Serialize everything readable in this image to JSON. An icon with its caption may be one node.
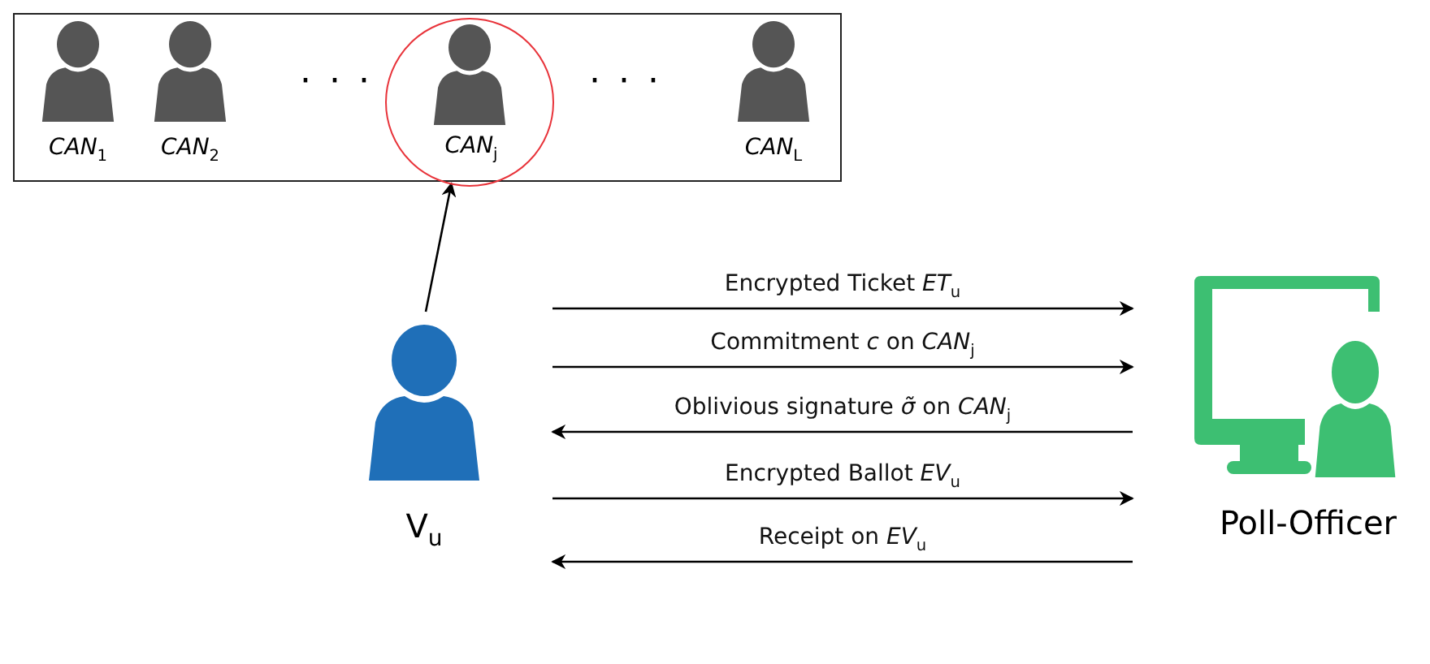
{
  "diagram": {
    "nodes": [
      {
        "text": [],
        "shape": "box"
      },
      {
        "text": [
          "*CAN*$_{1}$"
        ],
        "in": 0
      },
      {
        "text": [
          "*CAN*$_{2}$"
        ],
        "in": 0
      },
      {
        "text": [
          "*CAN*$_{j}$"
        ],
        "in": 0
      },
      {
        "text": [
          "*CAN*$_{L}$"
        ],
        "in": 0
      },
      {
        "text": [
          "V$_{u}$"
        ]
      },
      {
        "text": [
          "Poll-Officer"
        ]
      }
    ],
    "edges": [
      {
        "from": 5,
        "to": 3,
        "arrow": "to"
      },
      {
        "from": 5,
        "to": 6,
        "arrow": "to",
        "label": "Encrypted Ticket *ET*$_{u}$"
      },
      {
        "from": 5,
        "to": 6,
        "arrow": "to",
        "label": "Commitment *c* on *CAN*$_{j}$"
      },
      {
        "from": 6,
        "to": 5,
        "arrow": "to",
        "label": "Oblivious signature *σ̃* on *CAN*$_{j}$"
      },
      {
        "from": 5,
        "to": 6,
        "arrow": "to",
        "label": "Encrypted Ballot *EV*$_{u}$"
      },
      {
        "from": 6,
        "to": 5,
        "arrow": "to",
        "label": "Receipt on *EV*$_{u}$"
      }
    ],
    "labels": [
      "· · ·",
      "· · ·"
    ]
  }
}
